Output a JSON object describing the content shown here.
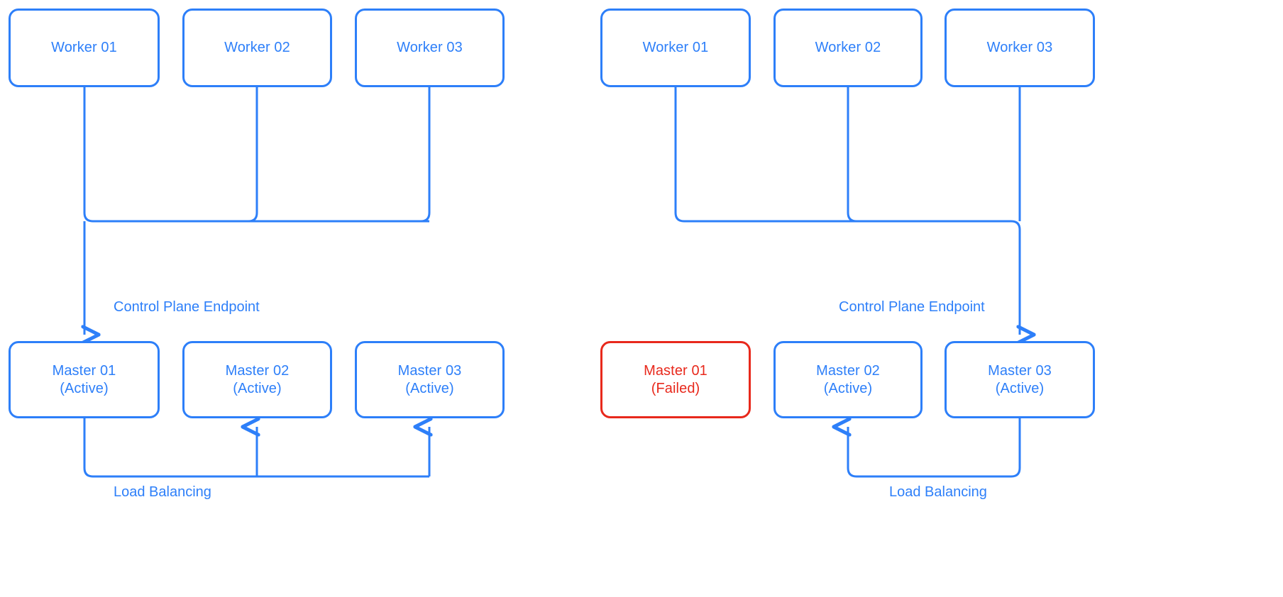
{
  "theme": {
    "accent": "#2D7FF9",
    "failed": "#E8291C",
    "background": "#FFFFFF",
    "stroke_width": 3
  },
  "diagram": {
    "type": "kubernetes-ha-control-plane",
    "panels": [
      {
        "id": "healthy",
        "name": "all-masters-active",
        "workers": [
          {
            "id": "w1",
            "label": "Worker 01",
            "status": "active"
          },
          {
            "id": "w2",
            "label": "Worker 02",
            "status": "active"
          },
          {
            "id": "w3",
            "label": "Worker 03",
            "status": "active"
          }
        ],
        "masters": [
          {
            "id": "m1",
            "label": "Master 01",
            "state": "(Active)",
            "status": "active"
          },
          {
            "id": "m2",
            "label": "Master 02",
            "state": "(Active)",
            "status": "active"
          },
          {
            "id": "m3",
            "label": "Master 03",
            "state": "(Active)",
            "status": "active"
          }
        ],
        "edge_labels": {
          "control_plane": "Control Plane Endpoint",
          "load_balancing": "Load Balancing"
        },
        "routing": {
          "control_plane_target": "Master 01",
          "load_balancing_source": "Master 01",
          "load_balancing_targets": [
            "Master 02",
            "Master 03"
          ]
        }
      },
      {
        "id": "failover",
        "name": "master-01-failed",
        "workers": [
          {
            "id": "w1",
            "label": "Worker 01",
            "status": "active"
          },
          {
            "id": "w2",
            "label": "Worker 02",
            "status": "active"
          },
          {
            "id": "w3",
            "label": "Worker 03",
            "status": "active"
          }
        ],
        "masters": [
          {
            "id": "m1",
            "label": "Master 01",
            "state": "(Failed)",
            "status": "failed"
          },
          {
            "id": "m2",
            "label": "Master 02",
            "state": "(Active)",
            "status": "active"
          },
          {
            "id": "m3",
            "label": "Master 03",
            "state": "(Active)",
            "status": "active"
          }
        ],
        "edge_labels": {
          "control_plane": "Control Plane Endpoint",
          "load_balancing": "Load Balancing"
        },
        "routing": {
          "control_plane_target": "Master 03",
          "load_balancing_source": "Master 03",
          "load_balancing_targets": [
            "Master 02"
          ]
        }
      }
    ]
  }
}
